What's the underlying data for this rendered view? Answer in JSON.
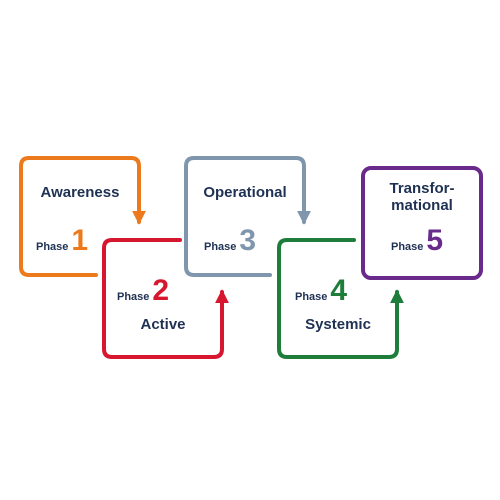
{
  "colors": {
    "phase1": "#ec7a1c",
    "phase2": "#d7172f",
    "phase3": "#7f96ad",
    "phase4": "#1e7d3a",
    "phase5": "#6a2a8b",
    "text": "#1f3153"
  },
  "phases": [
    {
      "title": "Awareness",
      "word": "Phase",
      "number": "1"
    },
    {
      "title": "Active",
      "word": "Phase",
      "number": "2"
    },
    {
      "title": "Operational",
      "word": "Phase",
      "number": "3"
    },
    {
      "title": "Systemic",
      "word": "Phase",
      "number": "4"
    },
    {
      "title_line1": "Transfor-",
      "title_line2": "mational",
      "word": "Phase",
      "number": "5"
    }
  ]
}
